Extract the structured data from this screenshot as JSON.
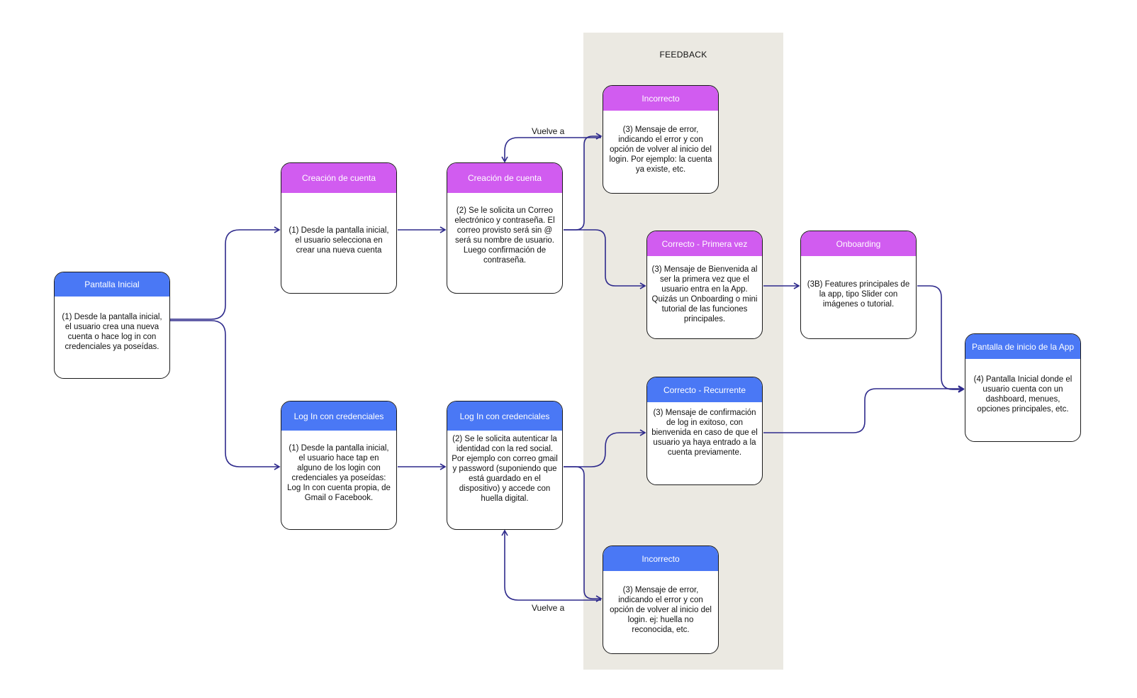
{
  "diagram": {
    "feedback_label": "FEEDBACK",
    "colors": {
      "blue_header": "#4a78f5",
      "pink_header": "#d15cf0",
      "connector": "#2e2a8c",
      "feedback_band": "#ebe9e2"
    },
    "nodes": {
      "pantalla_inicial": {
        "title": "Pantalla Inicial",
        "body": "(1) Desde la pantalla inicial, el usuario crea una nueva cuenta o hace log in con credenciales ya poseídas."
      },
      "creacion_cuenta_1": {
        "title": "Creación de cuenta",
        "body": "(1) Desde la pantalla inicial, el usuario selecciona en crear una nueva cuenta"
      },
      "creacion_cuenta_2": {
        "title": "Creación de cuenta",
        "body": "(2) Se le solicita un Correo electrónico y contraseña. El correo provisto será sin @ será su nombre de usuario.\nLuego confirmación de contraseña."
      },
      "login_1": {
        "title": "Log In con credenciales",
        "body": "(1) Desde la pantalla inicial, el usuario hace tap en alguno de los login con credenciales ya poseídas: Log In con cuenta propia, de Gmail o Facebook."
      },
      "login_2": {
        "title": "Log In con credenciales",
        "body": "(2) Se le solicita autenticar la identidad con la red social.\nPor ejemplo con correo gmail y password (suponiendo que está guardado en el dispositivo) y accede con huella digital."
      },
      "incorrecto_top": {
        "title": "Incorrecto",
        "body": "(3) Mensaje de error, indicando el error y con opción de volver al inicio del login. Por ejemplo: la cuenta ya existe, etc."
      },
      "correcto_primera": {
        "title": "Correcto - Primera vez",
        "body": "(3) Mensaje de Bienvenida al ser la primera vez que el usuario entra en la App. Quizás un Onboarding o mini tutorial de las funciones principales."
      },
      "onboarding": {
        "title": "Onboarding",
        "body": "(3B) Features principales de la app, tipo Slider con imágenes o tutorial."
      },
      "correcto_recurrente": {
        "title": "Correcto - Recurrente",
        "body": "(3) Mensaje de confirmación de log in exitoso, con bienvenida en caso de que el usuario ya haya entrado a la cuenta previamente."
      },
      "incorrecto_bottom": {
        "title": "Incorrecto",
        "body": "(3) Mensaje de error, indicando el error y con opción de volver al inicio del login. ej: huella no reconocida, etc."
      },
      "pantalla_inicio_app": {
        "title": "Pantalla de inicio de la App",
        "body": "(4) Pantalla Inicial donde el usuario cuenta con un dashboard, menues, opciones principales, etc."
      }
    },
    "edge_labels": {
      "vuelve_top": "Vuelve a",
      "vuelve_bottom": "Vuelve a"
    }
  }
}
